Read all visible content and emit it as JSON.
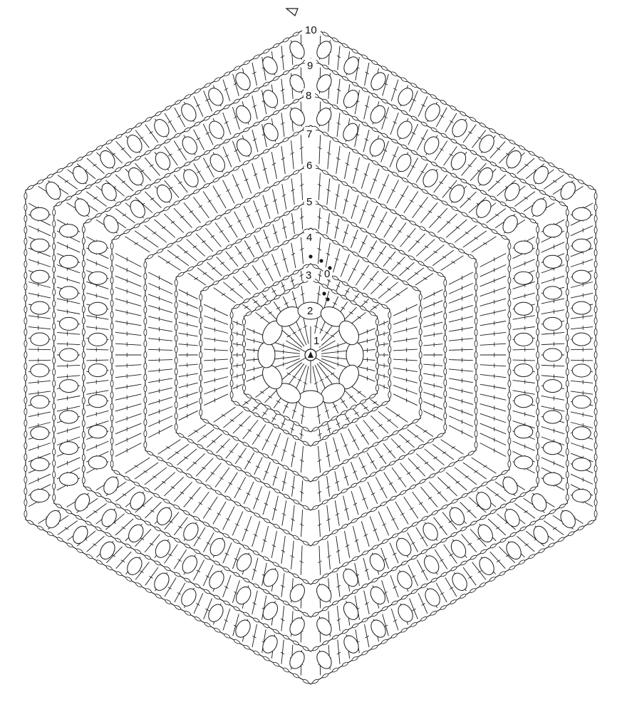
{
  "diagram": {
    "type": "crochet-hexagon-chart",
    "stroke_color": "#1a1a1a",
    "background_color": "#ffffff",
    "start_marker": "open-triangle-icon",
    "center_marker": "filled-triangle-icon",
    "round_labels": [
      "1",
      "2",
      "3",
      "4",
      "5",
      "6",
      "7",
      "8",
      "9",
      "10"
    ],
    "extra_label": "0",
    "rounds_with_chain_spaces": [
      2,
      3,
      8,
      9,
      10
    ]
  }
}
